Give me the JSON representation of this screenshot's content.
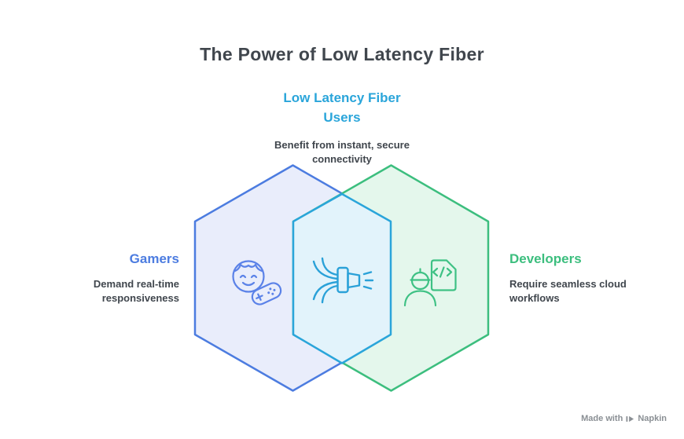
{
  "title": "The Power of Low Latency Fiber",
  "groups": {
    "center": {
      "label": "Low Latency Fiber Users",
      "description": "Benefit from instant, secure connectivity",
      "icon": "fiber-optic-connector-icon",
      "color": "#2AA5DA"
    },
    "left": {
      "label": "Gamers",
      "description": "Demand real-time responsiveness",
      "icon": "gamer-face-controller-icon",
      "color": "#4C7CE0"
    },
    "right": {
      "label": "Developers",
      "description": "Require seamless cloud workflows",
      "icon": "developer-code-document-icon",
      "color": "#3CBE7E"
    }
  },
  "watermark": {
    "prefix": "Made with",
    "brand": "Napkin",
    "logo_icon": "napkin-play-icon"
  },
  "colors": {
    "text_dark": "#40464D",
    "blue": "#4C7CE0",
    "blue_fill": "#E9EDFB",
    "green": "#3CBE7E",
    "green_fill": "#E4F7EC",
    "cyan": "#2AA5DA",
    "cyan_fill": "#E2F3FB",
    "icon_blue": "#5B82E8",
    "icon_cyan": "#2AA1D8",
    "icon_green": "#3EC184",
    "watermark": "#8A8F94"
  }
}
